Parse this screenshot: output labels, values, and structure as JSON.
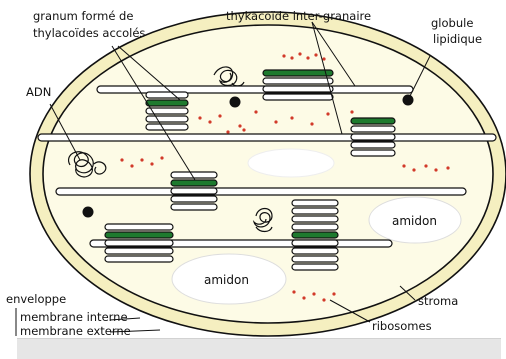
{
  "labels": {
    "granum_line1": "granum formé de",
    "granum_line2": "thylacoïdes accolés",
    "thylakoid_inter": "thykacoïde inter-granaire",
    "globule_line1": "globule",
    "globule_line2": "lipidique",
    "adn": "ADN",
    "amidon_1": "amidon",
    "amidon_2": "amidon",
    "stroma": "stroma",
    "ribosomes": "ribosomes",
    "enveloppe": "enveloppe",
    "membrane_interne": "membrane interne",
    "membrane_externe": "membrane externe"
  },
  "colors": {
    "outer_fill": "#f5efc0",
    "stroma_fill": "#fdfbe6",
    "outline": "#111111",
    "thylakoid_green": "#1e7a2e",
    "ribosome_red": "#d23a2a",
    "amidon_fill": "#ffffff",
    "caption_bar": "#e6e6e6"
  }
}
